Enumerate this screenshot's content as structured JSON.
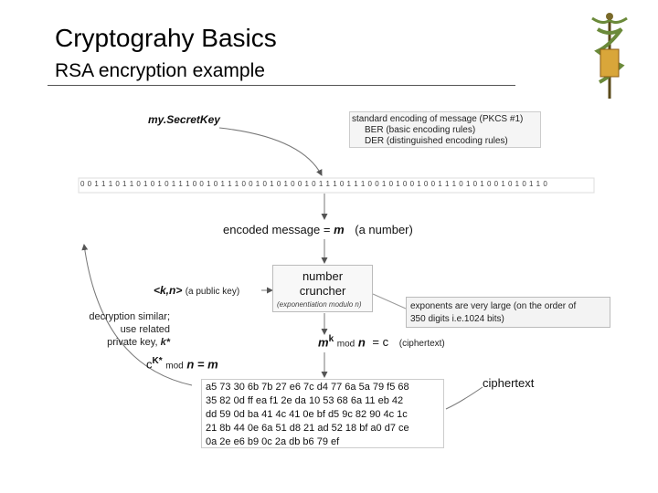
{
  "slide": {
    "title": "Cryptograhy Basics",
    "subtitle": "RSA encryption example"
  },
  "diagram": {
    "secret_key_label": "my.SecretKey",
    "encoding_standard": "standard encoding of message (PKCS #1)",
    "encoding_ber": "BER (basic encoding rules)",
    "encoding_der": "DER (distinguished encoding rules)",
    "bit_string": "0 0 1 1 1 0 1 1 0 1 0 1 0 1 1 1 0 0 1 0 1 1 1 0 0 1 0 1 0 1 0 0 1 0 1 1 1 0 1 1 1 0 0 1 0 1 0 0 1 0 0 1 1 1 0 1 0 1 0 0 1 0 1 0 1 1 0",
    "encoded_message": "encoded message = ",
    "encoded_m": "m",
    "encoded_note": "(a number)",
    "public_key": "<k,n>",
    "public_key_note": "(a public key)",
    "cruncher_line1": "number",
    "cruncher_line2": "cruncher",
    "cruncher_note": "(exponentiation modulo n)",
    "exponent_note_line1": "exponents are very large (on the order of",
    "exponent_note_line2": "350 digits i.e.1024 bits)",
    "formula_m": "m",
    "formula_k": "k",
    "formula_mod": "mod",
    "formula_n": "n",
    "formula_eq": "= c",
    "formula_note": "(ciphertext)",
    "decrypt_line1": "decryption similar;",
    "decrypt_line2": "use related",
    "decrypt_line3": "private key,",
    "decrypt_kstar": "k*",
    "decrypt_c": "c",
    "decrypt_sup": "K*",
    "decrypt_mod": "mod",
    "decrypt_n": "n",
    "decrypt_eq": "= m",
    "ciphertext_label": "ciphertext",
    "ciphertext_lines": [
      "a5 73 30 6b 7b 27 e6 7c d4 77 6a 5a 79 f5 68",
      "35 82 0d ff ea f1 2e da 10 53 68 6a 11 eb 42",
      "dd 59 0d ba 41 4c 41 0e bf d5 9c 82 90 4c 1c",
      "21 8b 44 0e 6a 51 d8 21 ad 52 18 bf a0 d7 ce",
      "0a 2e e6 b9 0c 2a db b6 79 ef"
    ]
  },
  "logo": {
    "icon": "caduceus-logo"
  }
}
